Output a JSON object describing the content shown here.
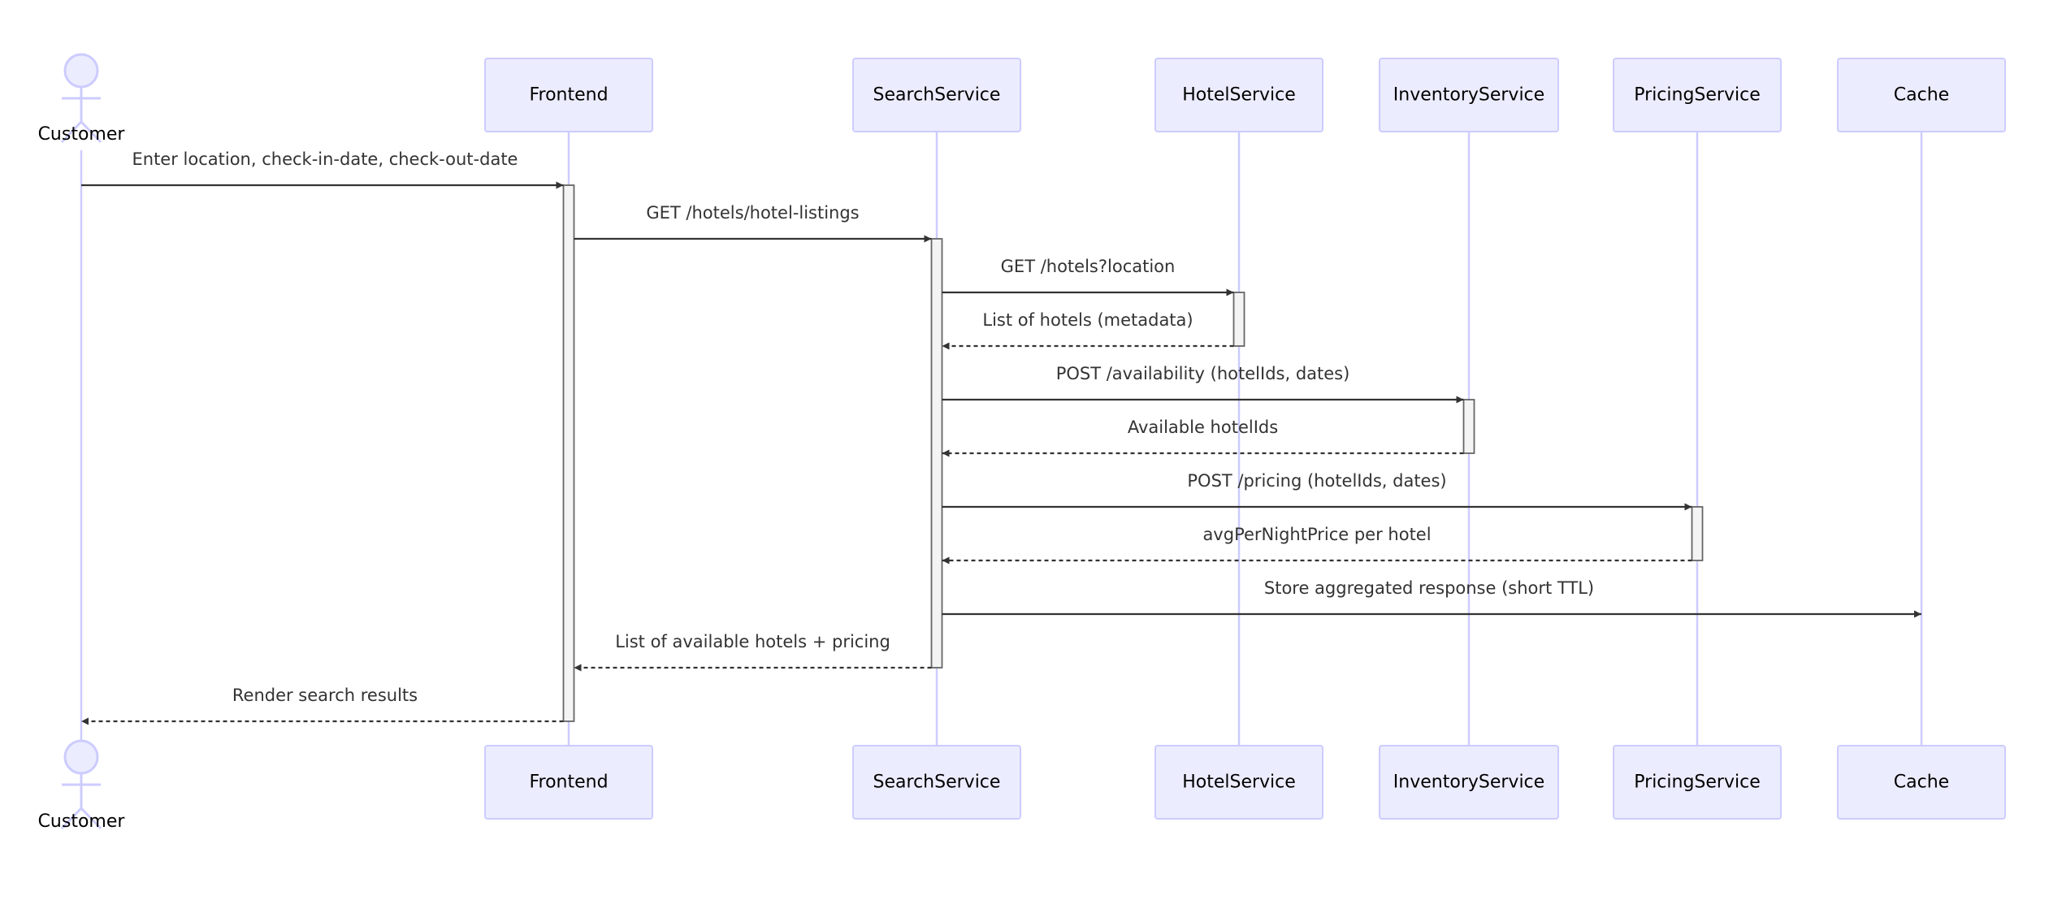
{
  "participants": [
    {
      "id": "customer",
      "label": "Customer",
      "kind": "actor"
    },
    {
      "id": "frontend",
      "label": "Frontend",
      "kind": "box"
    },
    {
      "id": "search",
      "label": "SearchService",
      "kind": "box"
    },
    {
      "id": "hotel",
      "label": "HotelService",
      "kind": "box"
    },
    {
      "id": "inventory",
      "label": "InventoryService",
      "kind": "box"
    },
    {
      "id": "pricing",
      "label": "PricingService",
      "kind": "box"
    },
    {
      "id": "cache",
      "label": "Cache",
      "kind": "box"
    }
  ],
  "messages": [
    {
      "from": "customer",
      "to": "frontend",
      "text": "Enter location, check-in-date, check-out-date",
      "style": "solid"
    },
    {
      "from": "frontend",
      "to": "search",
      "text": "GET /hotels/hotel-listings",
      "style": "solid"
    },
    {
      "from": "search",
      "to": "hotel",
      "text": "GET /hotels?location",
      "style": "solid"
    },
    {
      "from": "hotel",
      "to": "search",
      "text": "List of hotels (metadata)",
      "style": "dashed"
    },
    {
      "from": "search",
      "to": "inventory",
      "text": "POST /availability (hotelIds, dates)",
      "style": "solid"
    },
    {
      "from": "inventory",
      "to": "search",
      "text": "Available hotelIds",
      "style": "dashed"
    },
    {
      "from": "search",
      "to": "pricing",
      "text": "POST /pricing (hotelIds, dates)",
      "style": "solid"
    },
    {
      "from": "pricing",
      "to": "search",
      "text": "avgPerNightPrice per hotel",
      "style": "dashed"
    },
    {
      "from": "search",
      "to": "cache",
      "text": "Store aggregated response (short TTL)",
      "style": "solid"
    },
    {
      "from": "search",
      "to": "frontend",
      "text": "List of available hotels + pricing",
      "style": "dashed"
    },
    {
      "from": "frontend",
      "to": "customer",
      "text": "Render search results",
      "style": "dashed"
    }
  ]
}
